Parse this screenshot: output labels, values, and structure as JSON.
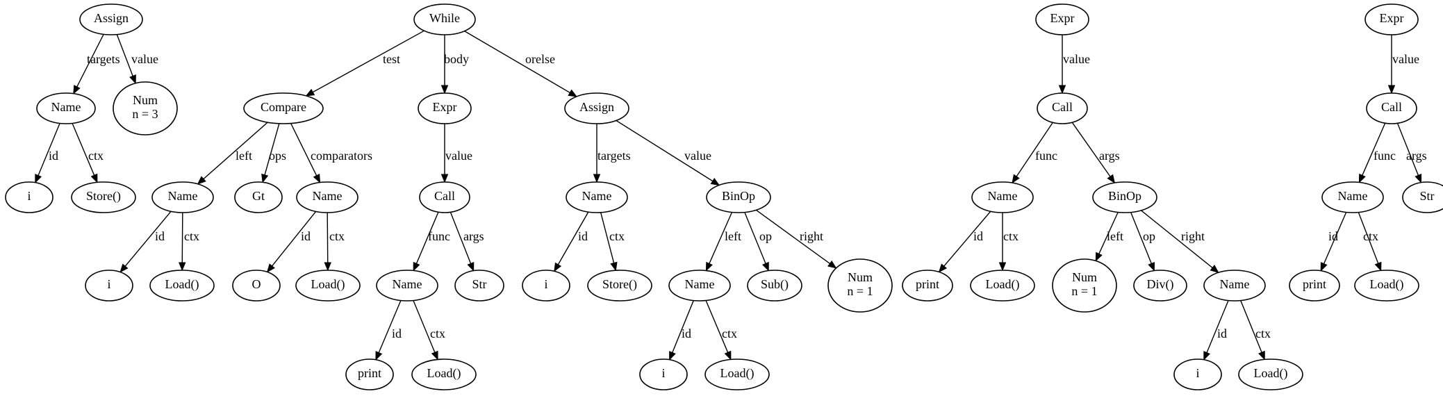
{
  "diagram": {
    "nodes": [
      {
        "id": "n0",
        "label": "Assign"
      },
      {
        "id": "n1",
        "label": "Name"
      },
      {
        "id": "n2",
        "label": "i"
      },
      {
        "id": "n3",
        "label": "Store()"
      },
      {
        "id": "n4",
        "label": "Num\nn = 3"
      },
      {
        "id": "n5",
        "label": "While"
      },
      {
        "id": "n6",
        "label": "Compare"
      },
      {
        "id": "n7",
        "label": "Name"
      },
      {
        "id": "n8",
        "label": "i"
      },
      {
        "id": "n9",
        "label": "Load()"
      },
      {
        "id": "n10",
        "label": "Gt"
      },
      {
        "id": "n11",
        "label": "Name"
      },
      {
        "id": "n12",
        "label": "O"
      },
      {
        "id": "n13",
        "label": "Load()"
      },
      {
        "id": "n14",
        "label": "Expr"
      },
      {
        "id": "n15",
        "label": "Call"
      },
      {
        "id": "n16",
        "label": "Name"
      },
      {
        "id": "n17",
        "label": "print"
      },
      {
        "id": "n18",
        "label": "Load()"
      },
      {
        "id": "n19",
        "label": "Str"
      },
      {
        "id": "n20",
        "label": "Assign"
      },
      {
        "id": "n21",
        "label": "Name"
      },
      {
        "id": "n22",
        "label": "i"
      },
      {
        "id": "n23",
        "label": "Store()"
      },
      {
        "id": "n24",
        "label": "BinOp"
      },
      {
        "id": "n25",
        "label": "Name"
      },
      {
        "id": "n26",
        "label": "i"
      },
      {
        "id": "n27",
        "label": "Load()"
      },
      {
        "id": "n28",
        "label": "Sub()"
      },
      {
        "id": "n29",
        "label": "Num\nn = 1"
      },
      {
        "id": "n30",
        "label": "Expr"
      },
      {
        "id": "n31",
        "label": "Call"
      },
      {
        "id": "n32",
        "label": "Name"
      },
      {
        "id": "n33",
        "label": "print"
      },
      {
        "id": "n34",
        "label": "Load()"
      },
      {
        "id": "n35",
        "label": "BinOp"
      },
      {
        "id": "n36",
        "label": "Num\nn = 1"
      },
      {
        "id": "n37",
        "label": "Div()"
      },
      {
        "id": "n38",
        "label": "Name"
      },
      {
        "id": "n39",
        "label": "i"
      },
      {
        "id": "n40",
        "label": "Load()"
      },
      {
        "id": "n41",
        "label": "Expr"
      },
      {
        "id": "n42",
        "label": "Call"
      },
      {
        "id": "n43",
        "label": "Name"
      },
      {
        "id": "n44",
        "label": "print"
      },
      {
        "id": "n45",
        "label": "Load()"
      },
      {
        "id": "n46",
        "label": "Str"
      }
    ],
    "edges": [
      {
        "from": "n0",
        "to": "n1",
        "label": "targets"
      },
      {
        "from": "n0",
        "to": "n4",
        "label": "value"
      },
      {
        "from": "n1",
        "to": "n2",
        "label": "id"
      },
      {
        "from": "n1",
        "to": "n3",
        "label": "ctx"
      },
      {
        "from": "n5",
        "to": "n6",
        "label": "test"
      },
      {
        "from": "n5",
        "to": "n14",
        "label": "body"
      },
      {
        "from": "n5",
        "to": "n20",
        "label": "orelse"
      },
      {
        "from": "n6",
        "to": "n7",
        "label": "left"
      },
      {
        "from": "n6",
        "to": "n10",
        "label": "ops"
      },
      {
        "from": "n6",
        "to": "n11",
        "label": "comparators"
      },
      {
        "from": "n7",
        "to": "n8",
        "label": "id"
      },
      {
        "from": "n7",
        "to": "n9",
        "label": "ctx"
      },
      {
        "from": "n11",
        "to": "n12",
        "label": "id"
      },
      {
        "from": "n11",
        "to": "n13",
        "label": "ctx"
      },
      {
        "from": "n14",
        "to": "n15",
        "label": "value"
      },
      {
        "from": "n15",
        "to": "n16",
        "label": "func"
      },
      {
        "from": "n15",
        "to": "n19",
        "label": "args"
      },
      {
        "from": "n16",
        "to": "n17",
        "label": "id"
      },
      {
        "from": "n16",
        "to": "n18",
        "label": "ctx"
      },
      {
        "from": "n20",
        "to": "n21",
        "label": "targets"
      },
      {
        "from": "n20",
        "to": "n24",
        "label": "value"
      },
      {
        "from": "n21",
        "to": "n22",
        "label": "id"
      },
      {
        "from": "n21",
        "to": "n23",
        "label": "ctx"
      },
      {
        "from": "n24",
        "to": "n25",
        "label": "left"
      },
      {
        "from": "n24",
        "to": "n28",
        "label": "op"
      },
      {
        "from": "n24",
        "to": "n29",
        "label": "right"
      },
      {
        "from": "n25",
        "to": "n26",
        "label": "id"
      },
      {
        "from": "n25",
        "to": "n27",
        "label": "ctx"
      },
      {
        "from": "n30",
        "to": "n31",
        "label": "value"
      },
      {
        "from": "n31",
        "to": "n32",
        "label": "func"
      },
      {
        "from": "n31",
        "to": "n35",
        "label": "args"
      },
      {
        "from": "n32",
        "to": "n33",
        "label": "id"
      },
      {
        "from": "n32",
        "to": "n34",
        "label": "ctx"
      },
      {
        "from": "n35",
        "to": "n36",
        "label": "left"
      },
      {
        "from": "n35",
        "to": "n37",
        "label": "op"
      },
      {
        "from": "n35",
        "to": "n38",
        "label": "right"
      },
      {
        "from": "n38",
        "to": "n39",
        "label": "id"
      },
      {
        "from": "n38",
        "to": "n40",
        "label": "ctx"
      },
      {
        "from": "n41",
        "to": "n42",
        "label": "value"
      },
      {
        "from": "n42",
        "to": "n43",
        "label": "func"
      },
      {
        "from": "n42",
        "to": "n46",
        "label": "args"
      },
      {
        "from": "n43",
        "to": "n44",
        "label": "id"
      },
      {
        "from": "n43",
        "to": "n45",
        "label": "ctx"
      }
    ]
  }
}
